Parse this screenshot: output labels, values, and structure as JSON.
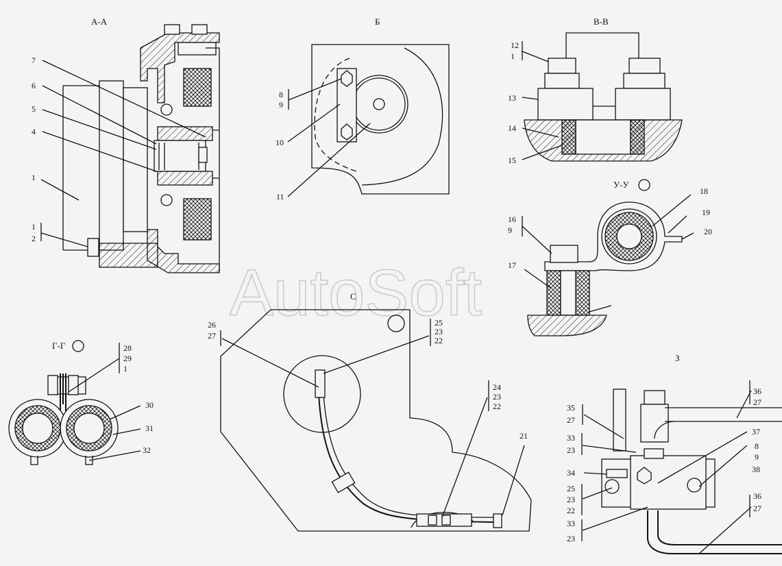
{
  "watermark": "AutoSoft",
  "views": {
    "aa": {
      "title": "А-А",
      "labels": [
        "7",
        "6",
        "5",
        "4",
        "1",
        "1",
        "2"
      ]
    },
    "b": {
      "title": "Б",
      "labels": [
        "8",
        "9",
        "10",
        "11"
      ]
    },
    "vv": {
      "title": "В-В",
      "labels": [
        "12",
        "1",
        "13",
        "14",
        "15"
      ]
    },
    "uu": {
      "title": "У-У",
      "labels": [
        "16",
        "9",
        "17",
        "18",
        "19",
        "20"
      ]
    },
    "gg": {
      "title": "Г-Г",
      "labels": [
        "28",
        "29",
        "1",
        "30",
        "31",
        "32"
      ]
    },
    "c": {
      "title": "С",
      "labels": [
        "26",
        "27",
        "25",
        "23",
        "22",
        "24",
        "23",
        "22",
        "21"
      ]
    },
    "z": {
      "title": "З",
      "labels": [
        "35",
        "27",
        "33",
        "23",
        "34",
        "25",
        "23",
        "22",
        "33",
        "23",
        "36",
        "27",
        "37",
        "8",
        "9",
        "38",
        "36",
        "27"
      ]
    }
  }
}
